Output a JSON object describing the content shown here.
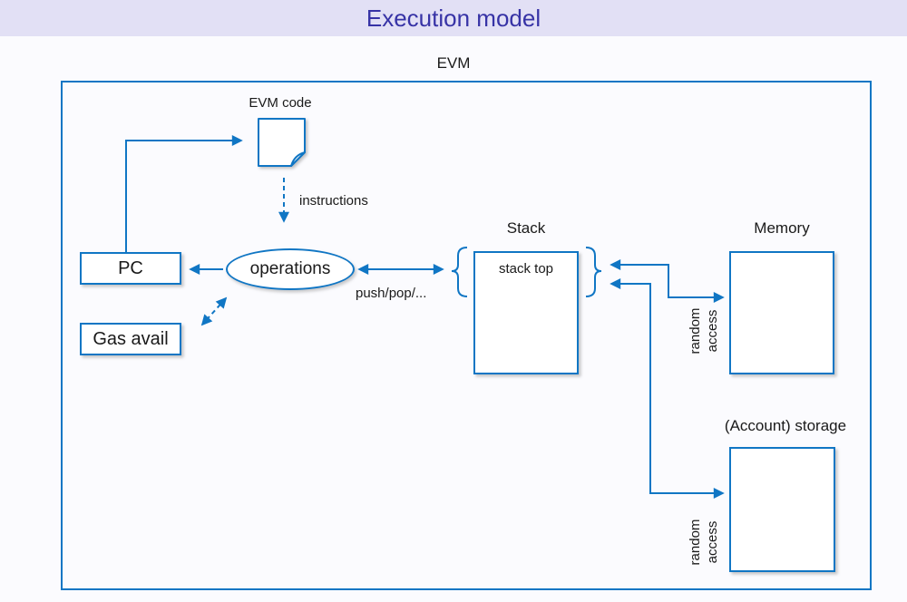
{
  "title": "Execution model",
  "colors": {
    "accent": "#1076C4",
    "title_text": "#3733A6",
    "title_bar_bg": "#E2E0F5",
    "page_bg": "#FBFBFE",
    "box_fill": "#FFFFFF",
    "text": "#1A1A1A"
  },
  "diagram": {
    "evm_label": "EVM",
    "evm_code_label": "EVM code",
    "instructions_label": "instructions",
    "pc_label": "PC",
    "gas_label": "Gas avail",
    "operations_label": "operations",
    "push_pop_label": "push/pop/...",
    "stack_label": "Stack",
    "stack_top_label": "stack top",
    "memory_label": "Memory",
    "storage_label": "(Account) storage",
    "random_access": {
      "line1": "random",
      "line2": "access"
    },
    "brace_left": "{",
    "brace_right": "}"
  }
}
